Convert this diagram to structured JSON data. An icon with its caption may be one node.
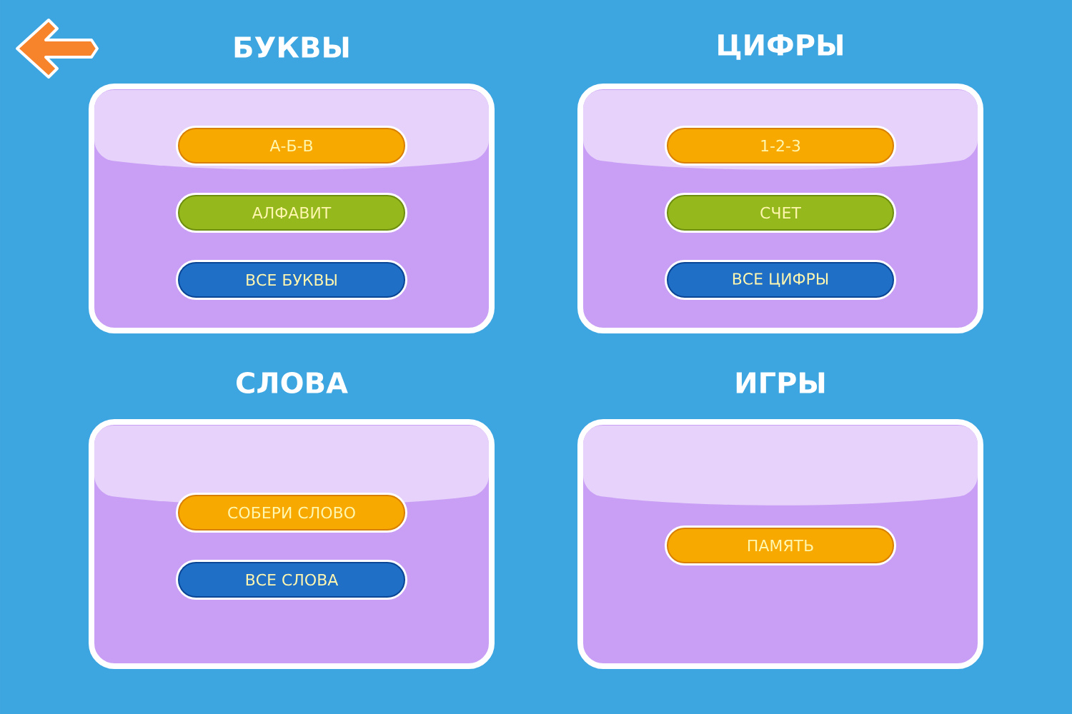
{
  "diagram": {
    "nodes": [
      {
        "text": [
          "БУКВЫ"
        ]
      },
      {
        "text": [
          "А-Б-В"
        ],
        "in": 0
      },
      {
        "text": [
          "АЛФАВИТ"
        ],
        "in": 0
      },
      {
        "text": [
          "ВСЕ БУКВЫ"
        ],
        "in": 0
      },
      {
        "text": [
          "ЦИФРЫ"
        ]
      },
      {
        "text": [
          "1-2-3"
        ],
        "in": 4
      },
      {
        "text": [
          "СЧЕТ"
        ],
        "in": 4
      },
      {
        "text": [
          "ВСЕ ЦИФРЫ"
        ],
        "in": 4
      },
      {
        "text": [
          "СЛОВА"
        ]
      },
      {
        "text": [
          "СОБЕРИ СЛОВО"
        ],
        "in": 8
      },
      {
        "text": [
          "ВСЕ СЛОВА"
        ],
        "in": 8
      },
      {
        "text": [
          "ИГРЫ"
        ]
      },
      {
        "text": [
          "ПАМЯТЬ"
        ],
        "in": 11
      }
    ],
    "edges": []
  }
}
